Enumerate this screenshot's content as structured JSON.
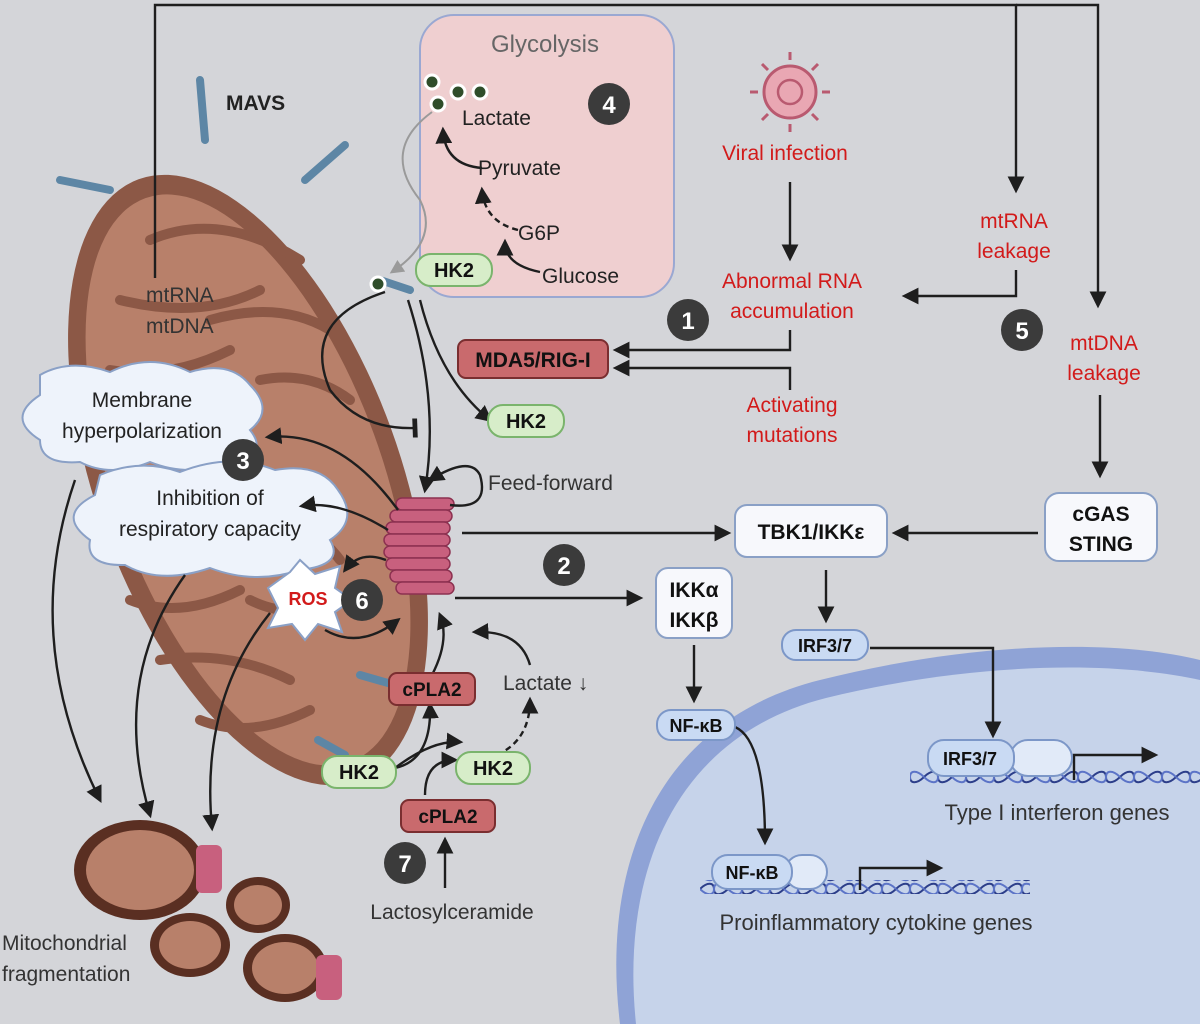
{
  "glycolysis": {
    "title": "Glycolysis",
    "lactate": "Lactate",
    "pyruvate": "Pyruvate",
    "g6p": "G6P",
    "glucose": "Glucose",
    "hk2": "HK2"
  },
  "mito": {
    "mavs": "MAVS",
    "mtrna": "mtRNA",
    "mtdna": "mtDNA"
  },
  "viral": {
    "infection": "Viral infection",
    "abnormal_line1": "Abnormal RNA",
    "abnormal_line2": "accumulation",
    "activating_line1": "Activating",
    "activating_line2": "mutations",
    "mtrna_line1": "mtRNA",
    "mtrna_line2": "leakage",
    "mtdna_line1": "mtDNA",
    "mtdna_line2": "leakage"
  },
  "boxes": {
    "mda5": "MDA5/RIG-I",
    "hk2_right": "HK2",
    "tbk1": "TBK1/IKKε",
    "cgas_line1": "cGAS",
    "cgas_line2": "STING",
    "ikka": "IKKα",
    "ikkb": "IKKβ",
    "nfkb": "NF-κB",
    "irf": "IRF3/7",
    "cpla2_top": "cPLA2",
    "cpla2_bottom": "cPLA2",
    "hk2_left": "HK2",
    "hk2_mid": "HK2",
    "ros": "ROS"
  },
  "clouds": {
    "membrane_line1": "Membrane",
    "membrane_line2": "hyperpolarization",
    "inhibition_line1": "Inhibition of",
    "inhibition_line2": "respiratory capacity"
  },
  "labels": {
    "feed_forward": "Feed-forward",
    "lactate_down": "Lactate ↓",
    "lactosylceramide": "Lactosylceramide",
    "frag_line1": "Mitochondrial",
    "frag_line2": "fragmentation",
    "type1_genes": "Type I interferon genes",
    "proinfl_genes": "Proinflammatory cytokine genes",
    "nuc_irf": "IRF3/7",
    "nuc_nfkb": "NF-κB"
  },
  "numbers": [
    "1",
    "2",
    "3",
    "4",
    "5",
    "6",
    "7"
  ],
  "colors": {
    "background": "#d4d5d9",
    "mito_outer": "#8c5846",
    "mito_inner": "#b8806a",
    "glycolysis_box": "#efcfd0",
    "red_box": "#c96a6d",
    "green_box": "#d7edc9",
    "blue_box": "#c9daf3",
    "nucleus": "#c6d3ea",
    "red_text": "#d21a1a"
  }
}
